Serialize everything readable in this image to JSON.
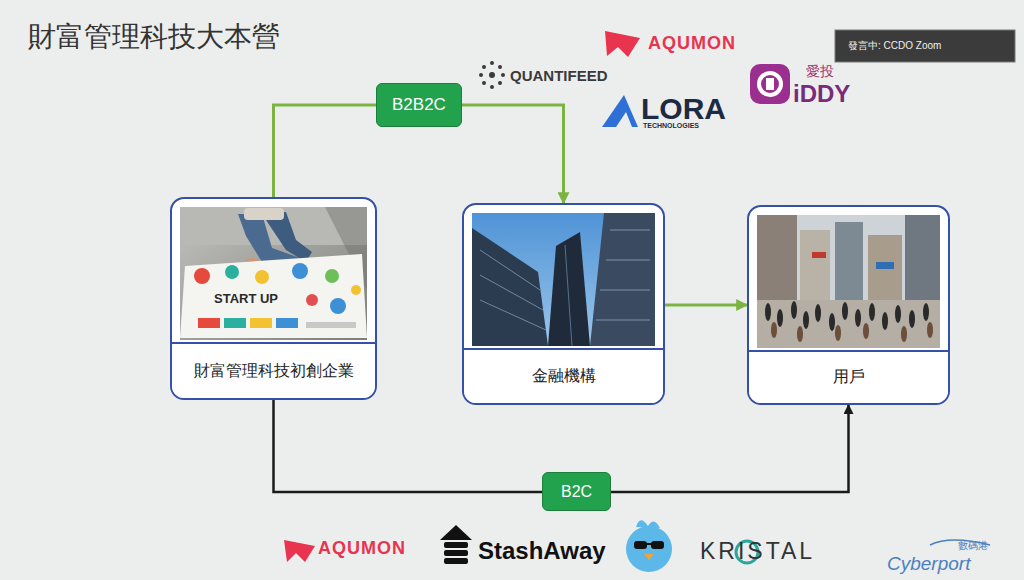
{
  "diagram": {
    "title": "財富管理科技大本營",
    "nodes": [
      {
        "text": [
          "財富管理科技初創企業"
        ]
      },
      {
        "text": [
          "金融機構"
        ]
      },
      {
        "text": [
          "用戶"
        ]
      }
    ],
    "edges": [
      {
        "from": 0,
        "to": 1,
        "arrow": "to",
        "label": "B2B2C"
      },
      {
        "from": 1,
        "to": 2,
        "arrow": "to"
      },
      {
        "from": 0,
        "to": 2,
        "arrow": "to",
        "label": "B2C"
      }
    ],
    "labels": [
      "發言中: CCDO Zoom",
      "AQUMON",
      "QUANTIFEED",
      "LORA",
      "TECHNOLOGIES",
      "愛投",
      "iDDY",
      "START UP",
      "AQUMON",
      "StashAway",
      "KRISTAL",
      "數碼港",
      "Cyberport"
    ]
  }
}
